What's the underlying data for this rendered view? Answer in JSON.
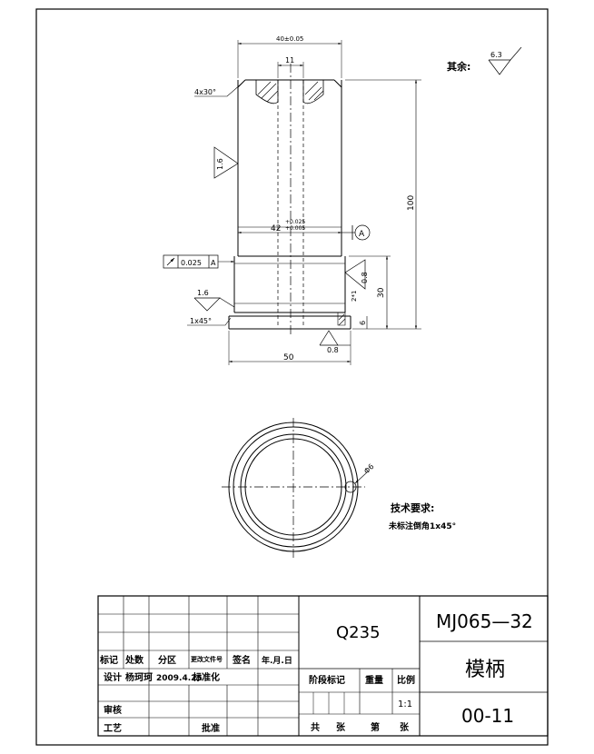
{
  "drawing": {
    "front_view": {
      "dim_top_width": "40±0.05",
      "dim_bore": "11",
      "dim_chamfer_top": "4x30°",
      "dim_height": "100",
      "dim_shank": "42",
      "dim_shank_tol_upper": "+0.025",
      "dim_shank_tol_lower": "+0.005",
      "datum_label": "A",
      "tol_value": "0.025",
      "tol_datum": "A",
      "rough_side": "1.6",
      "rough_collar": "0.8",
      "rough_base": "1.6",
      "rough_bottom": "0.8",
      "dim_collar_height": "30",
      "dim_groove": "2*1",
      "dim_base_height": "6",
      "dim_chamfer_bottom": "1x45°",
      "dim_base_width": "50"
    },
    "top_view": {
      "dim_hole": "Φ6"
    },
    "roughness_rest": {
      "label": "其余:",
      "value": "6.3"
    },
    "tech_requirements": {
      "title": "技术要求:",
      "line1": "未标注倒角1x45°"
    }
  },
  "title_block": {
    "material": "Q235",
    "drawing_number": "MJ065—32",
    "part_name": "模柄",
    "sheet_code": "00-11",
    "scale_label": "比例",
    "scale_value": "1:1",
    "weight_label": "重量",
    "stage_label": "阶段标记",
    "total_label": "共",
    "sheet_label": "张",
    "page_label": "第",
    "page_sheet_label": "张",
    "rev_headers": [
      "标记",
      "处数",
      "分区",
      "更改文件号",
      "签名",
      "年.月.日"
    ],
    "design_label": "设计",
    "designer": "杨珂珂",
    "design_date": "2009.4.25",
    "standardize_label": "标准化",
    "review_label": "审核",
    "process_label": "工艺",
    "approve_label": "批准"
  }
}
